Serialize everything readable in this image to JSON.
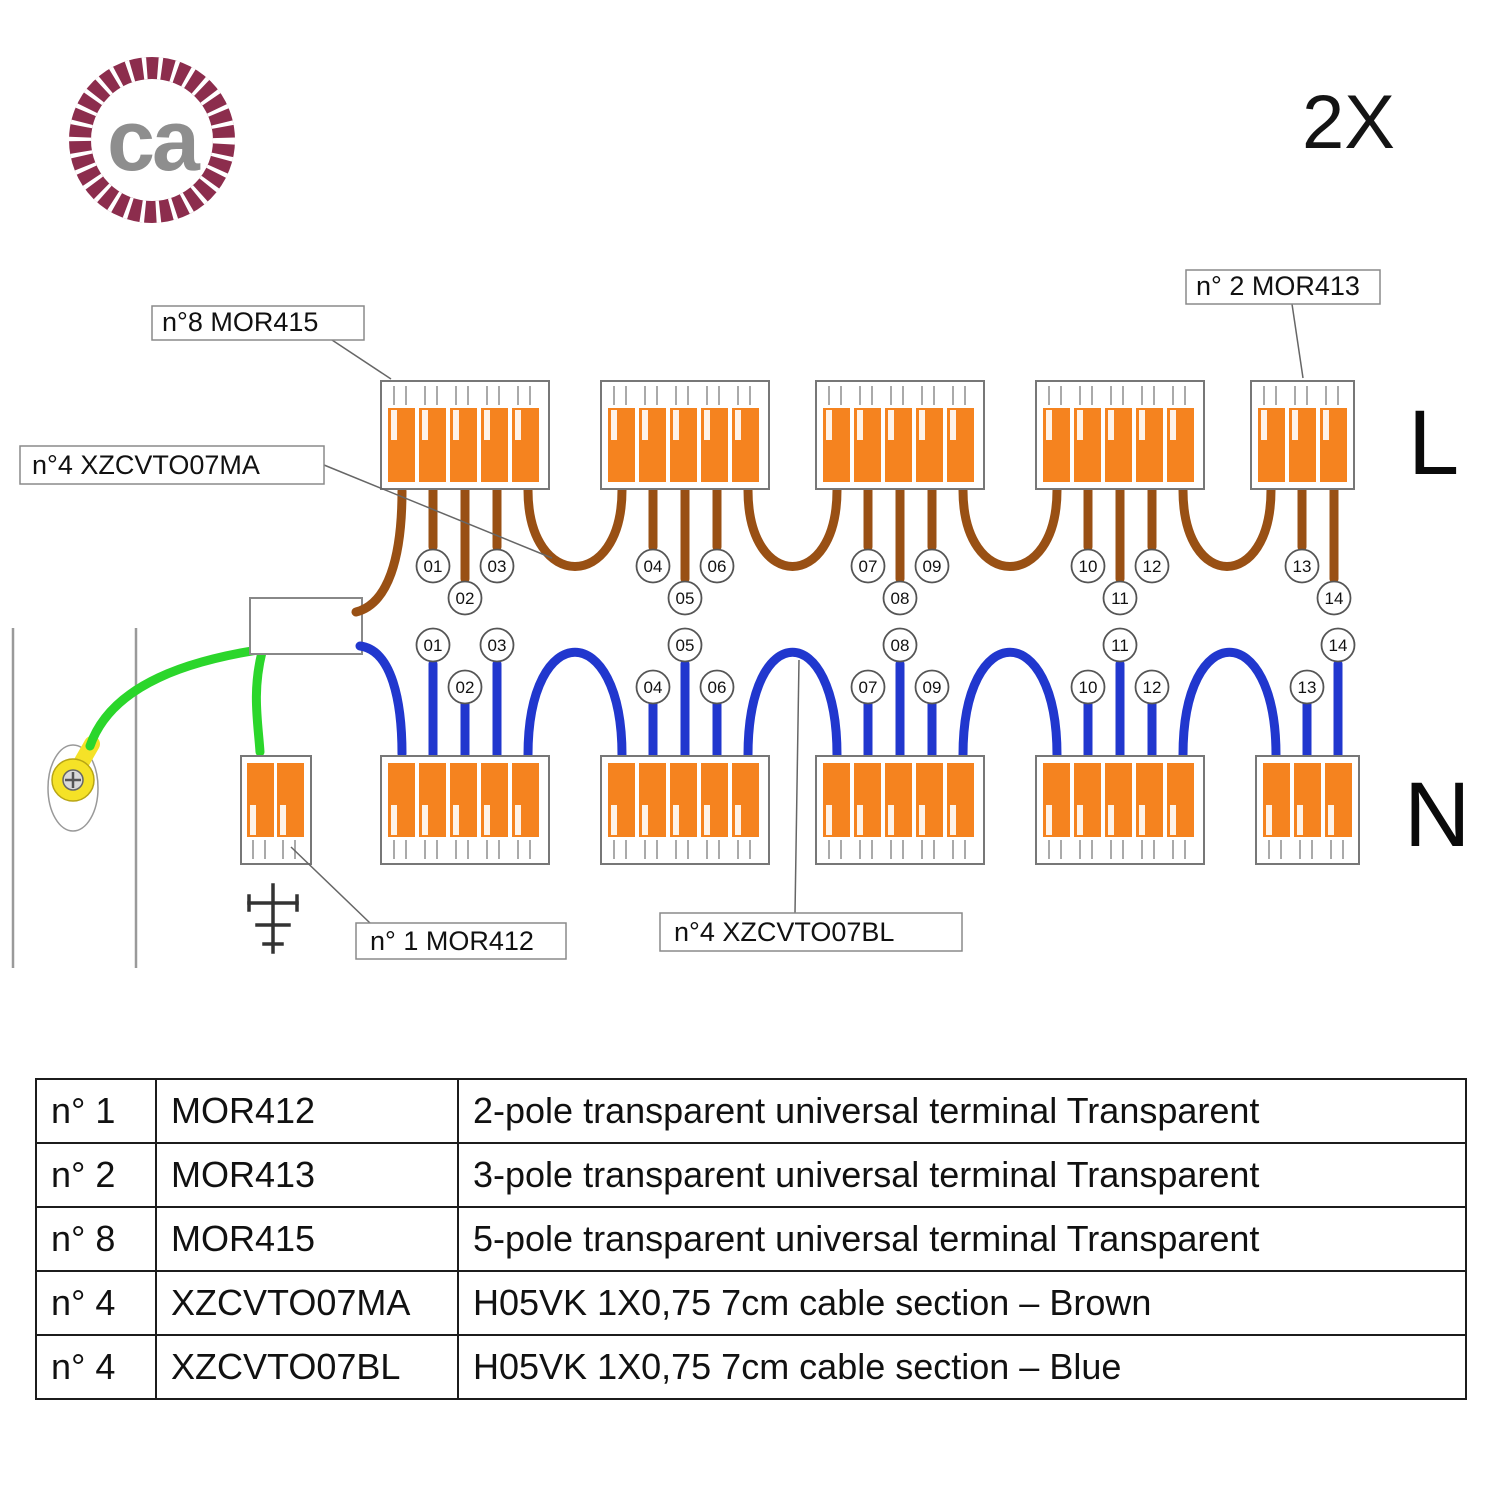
{
  "page": {
    "quantity_label": "2X",
    "logo_text": "ca"
  },
  "colors": {
    "terminal_orange": "#F5831F",
    "wire_brown": "#995014",
    "wire_blue": "#2137CE",
    "wire_green": "#2BD62B",
    "earth_yellow": "#F5E227",
    "logo_burgundy": "#8C2D4D"
  },
  "bus": {
    "line": "L",
    "neutral": "N"
  },
  "callouts": {
    "mor415": {
      "label": "n°8 MOR415"
    },
    "mor413": {
      "label": "n° 2  MOR413"
    },
    "xzcvto07ma": {
      "label": "n°4 XZCVTO07MA"
    },
    "mor412": {
      "label": "n° 1 MOR412"
    },
    "xzcvto07bl": {
      "label": "n°4 XZCVTO07BL"
    }
  },
  "wire_numbers": {
    "top": [
      "01",
      "02",
      "03",
      "04",
      "05",
      "06",
      "07",
      "08",
      "09",
      "10",
      "11",
      "12",
      "13",
      "14"
    ],
    "bottom": [
      "01",
      "02",
      "03",
      "04",
      "05",
      "06",
      "07",
      "08",
      "09",
      "10",
      "11",
      "12",
      "13",
      "14"
    ]
  },
  "table": {
    "rows": [
      {
        "qty": "n° 1",
        "code": "MOR412",
        "desc": "2-pole transparent universal terminal Transparent"
      },
      {
        "qty": "n° 2",
        "code": "MOR413",
        "desc": "3-pole transparent universal terminal Transparent"
      },
      {
        "qty": "n° 8",
        "code": "MOR415",
        "desc": "5-pole transparent universal terminal Transparent"
      },
      {
        "qty": "n° 4",
        "code": "XZCVTO07MA",
        "desc": "H05VK 1X0,75 7cm cable section – Brown"
      },
      {
        "qty": "n° 4",
        "code": "XZCVTO07BL",
        "desc": "H05VK 1X0,75 7cm cable section – Blue"
      }
    ]
  }
}
